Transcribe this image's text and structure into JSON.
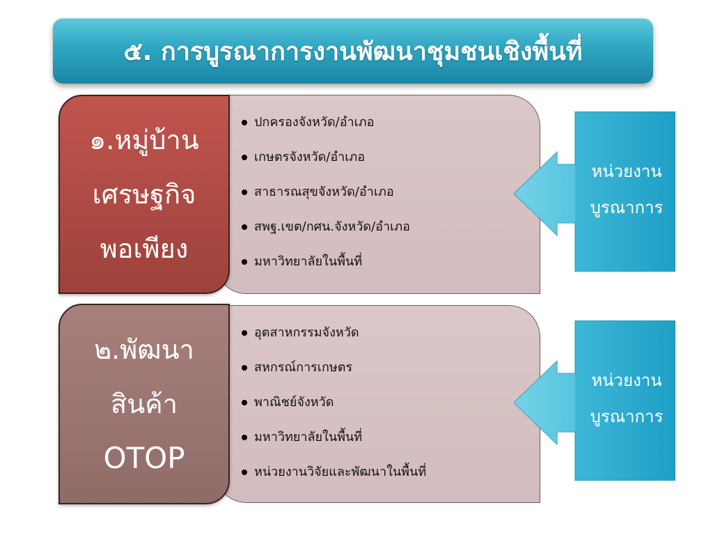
{
  "title": "๕. การบูรณาการงานพัฒนาชุมชนเชิงพื้นที่",
  "rows": [
    {
      "label_lines": [
        "๑.หมู่บ้าน",
        "เศรษฐกิจ",
        "พอเพียง"
      ],
      "items": [
        "ปกครองจังหวัด/อำเภอ",
        "เกษตรจังหวัด/อำเภอ",
        "สาธารณสุขจังหวัด/อำเภอ",
        "สพฐ.เขต/กศน.จังหวัด/อำเภอ",
        "มหาวิทยาลัยในพื้นที่"
      ],
      "unit_lines": [
        "หน่วยงาน",
        "บูรณาการ"
      ]
    },
    {
      "label_lines": [
        "๒.พัฒนา",
        "สินค้า",
        "OTOP"
      ],
      "items": [
        "อุตสาหกรรมจังหวัด",
        "สหกรณ์การเกษตร",
        "พาณิชย์จังหวัด",
        "มหาวิทยาลัยในพื้นที่",
        "หน่วยงานวิจัยและพัฒนาในพื้นที่"
      ],
      "unit_lines": [
        "หน่วยงาน",
        "บูรณาการ"
      ]
    }
  ],
  "colors": {
    "title_banner": "#2ea6c2",
    "row1_label": "#ad4a44",
    "row2_label": "#9b7571",
    "list_box": "#d6c1c2",
    "arrow": "#29a9cc"
  }
}
